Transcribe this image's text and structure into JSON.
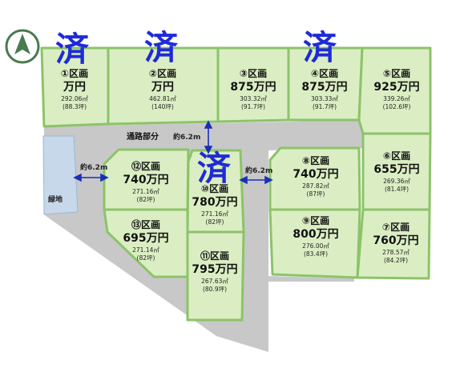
{
  "road_label": "通路部分",
  "green_label": "緑地",
  "sold_mark": "済",
  "widths": {
    "top": "約6.2m",
    "left": "約6.2m",
    "right": "約6.2m"
  },
  "lots": [
    {
      "name": "①区画",
      "price": "万円",
      "area": "292.06㎡",
      "tsubo": "(88.3坪)",
      "sold": true
    },
    {
      "name": "②区画",
      "price": "万円",
      "area": "462.81㎡",
      "tsubo": "(140坪)",
      "sold": true
    },
    {
      "name": "③区画",
      "price": "875万円",
      "area": "303.32㎡",
      "tsubo": "(91.7坪)",
      "sold": false
    },
    {
      "name": "④区画",
      "price": "875万円",
      "area": "303.33㎡",
      "tsubo": "(91.7坪)",
      "sold": true
    },
    {
      "name": "⑤区画",
      "price": "925万円",
      "area": "339.26㎡",
      "tsubo": "(102.6坪)",
      "sold": false
    },
    {
      "name": "⑥区画",
      "price": "655万円",
      "area": "269.36㎡",
      "tsubo": "(81.4坪)",
      "sold": false
    },
    {
      "name": "⑦区画",
      "price": "760万円",
      "area": "278.57㎡",
      "tsubo": "(84.2坪)",
      "sold": false
    },
    {
      "name": "⑧区画",
      "price": "740万円",
      "area": "287.82㎡",
      "tsubo": "(87坪)",
      "sold": false
    },
    {
      "name": "⑨区画",
      "price": "800万円",
      "area": "276.00㎡",
      "tsubo": "(83.4坪)",
      "sold": false
    },
    {
      "name": "⑩区画",
      "price": "780万円",
      "area": "271.16㎡",
      "tsubo": "(82坪)",
      "sold": true
    },
    {
      "name": "⑪区画",
      "price": "795万円",
      "area": "267.63㎡",
      "tsubo": "(80.9坪)",
      "sold": false
    },
    {
      "name": "⑫区画",
      "price": "740万円",
      "area": "271.16㎡",
      "tsubo": "(82坪)",
      "sold": false
    },
    {
      "name": "⑬区画",
      "price": "695万円",
      "area": "271.14㎡",
      "tsubo": "(82坪)",
      "sold": false
    }
  ],
  "colors": {
    "lot_fill": "#dbeec3",
    "lot_border": "#8cc36a",
    "road": "#c8c8c8",
    "green_fill": "#c7d8ea",
    "sold": "#1f2bd6",
    "arrow": "#1a2fb8"
  }
}
